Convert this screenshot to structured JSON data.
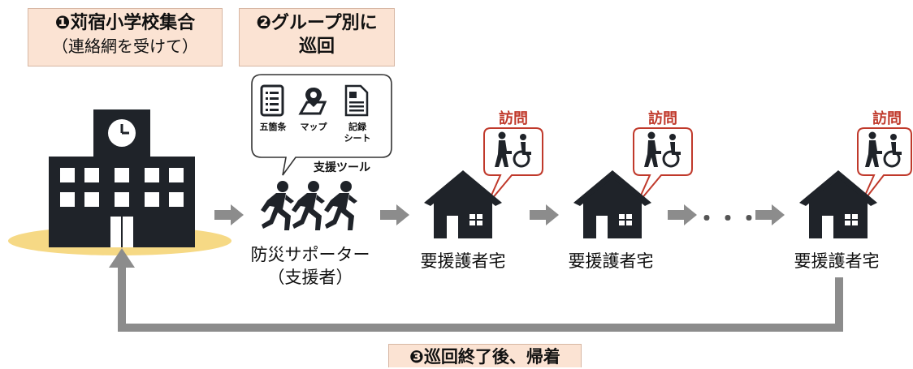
{
  "steps": {
    "step1": {
      "title": "❶苅宿小学校集合",
      "subtitle": "（連絡網を受けて）"
    },
    "step2": {
      "line1": "❷グループ別に",
      "line2": "巡回"
    },
    "step3": {
      "title": "❸巡回終了後、帰着"
    }
  },
  "tools": {
    "items": [
      "五箇条",
      "マップ",
      "記録\nシート"
    ],
    "item1": "五箇条",
    "item2": "マップ",
    "item3a": "記録",
    "item3b": "シート",
    "caption": "支援ツール"
  },
  "supporter": {
    "line1": "防災サポーター",
    "line2": "（支援者）"
  },
  "homes": [
    {
      "label": "要援護者宅",
      "visit": "訪問"
    },
    {
      "label": "要援護者宅",
      "visit": "訪問"
    },
    {
      "label": "要援護者宅",
      "visit": "訪問"
    }
  ],
  "ellipsis": "・・・",
  "colors": {
    "box_fill": "#fbe3d3",
    "arrow": "#8c8c8c",
    "icon": "#1f2329",
    "visit_red": "#c0392b",
    "ground": "#f6d985"
  },
  "icons": [
    "school-building-icon",
    "document-list-icon",
    "map-pin-icon",
    "record-sheet-icon",
    "runners-icon",
    "house-icon",
    "caregiver-wheelchair-icon"
  ]
}
